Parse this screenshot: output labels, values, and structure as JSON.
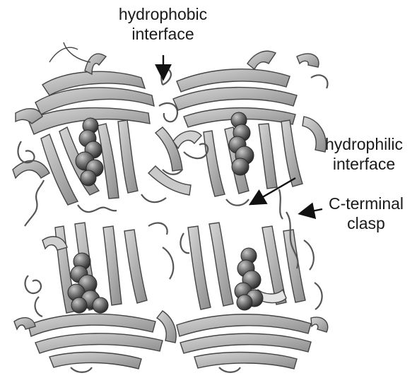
{
  "labels": {
    "hydrophobic": [
      "hydrophobic",
      "interface"
    ],
    "hydrophilic": [
      "hydrophilic",
      "interface"
    ],
    "clasp": [
      "C-terminal",
      "clasp"
    ]
  },
  "colors": {
    "ribbon_fill": "#a9a9a9",
    "ribbon_light": "#d2d2d2",
    "ribbon_edge": "#4a4a4a",
    "sphere_fill": "#6f6f6f",
    "sphere_dark": "#3c3c3c",
    "arrow": "#111111"
  },
  "icons": [
    "protein-ribbon-structure",
    "ligand-sphere-cluster",
    "annotation-arrow"
  ]
}
